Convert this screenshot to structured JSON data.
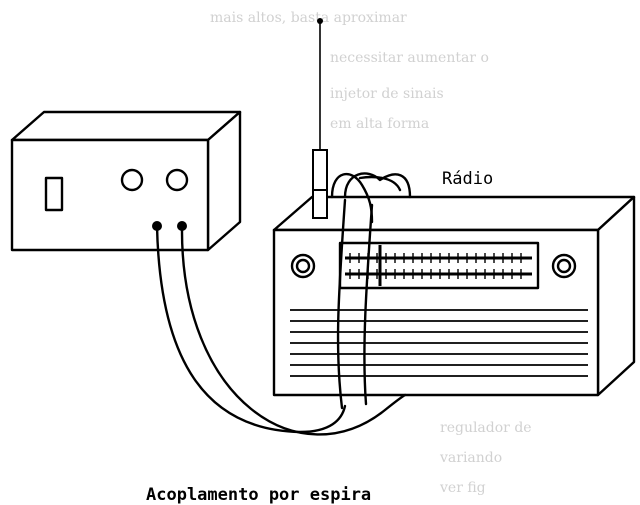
{
  "labels": {
    "radio": "Rádio",
    "caption": "Acoplamento por espira"
  },
  "background_text": [
    "mais altos, basta aproximar",
    "necessitar aumentar o",
    "injetor de sinais",
    "em alta forma",
    "regulador de",
    "variando",
    "ver fig"
  ],
  "colors": {
    "ink": "#000000",
    "bleed": "#c9c9c9",
    "paper": "#ffffff"
  }
}
